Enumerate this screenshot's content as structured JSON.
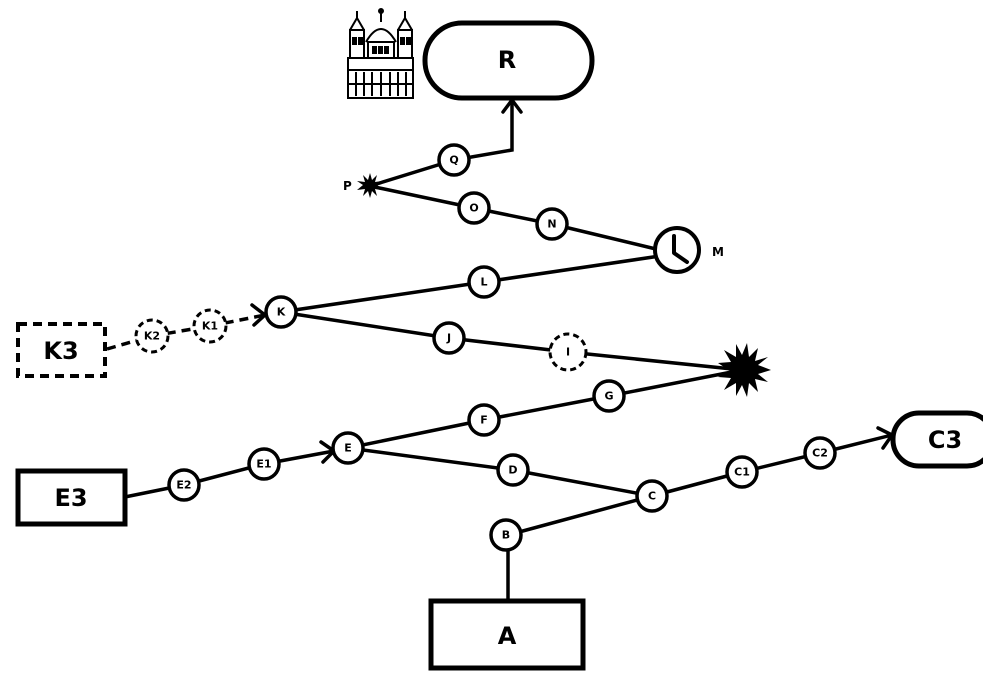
{
  "nodes": {
    "A": "A",
    "B": "B",
    "C": "C",
    "C1": "C1",
    "C2": "C2",
    "C3": "C3",
    "D": "D",
    "E": "E",
    "E1": "E1",
    "E2": "E2",
    "E3": "E3",
    "F": "F",
    "G": "G",
    "I": "I",
    "J": "J",
    "K": "K",
    "K1": "K1",
    "K2": "K2",
    "K3": "K3",
    "L": "L",
    "M": "M",
    "N": "N",
    "O": "O",
    "P": "P",
    "Q": "Q",
    "R": "R"
  },
  "icons": {
    "landmark": "cathedral-icon",
    "clock": "clock-icon",
    "burst_large": "starburst-icon",
    "burst_small": "starburst-icon"
  }
}
